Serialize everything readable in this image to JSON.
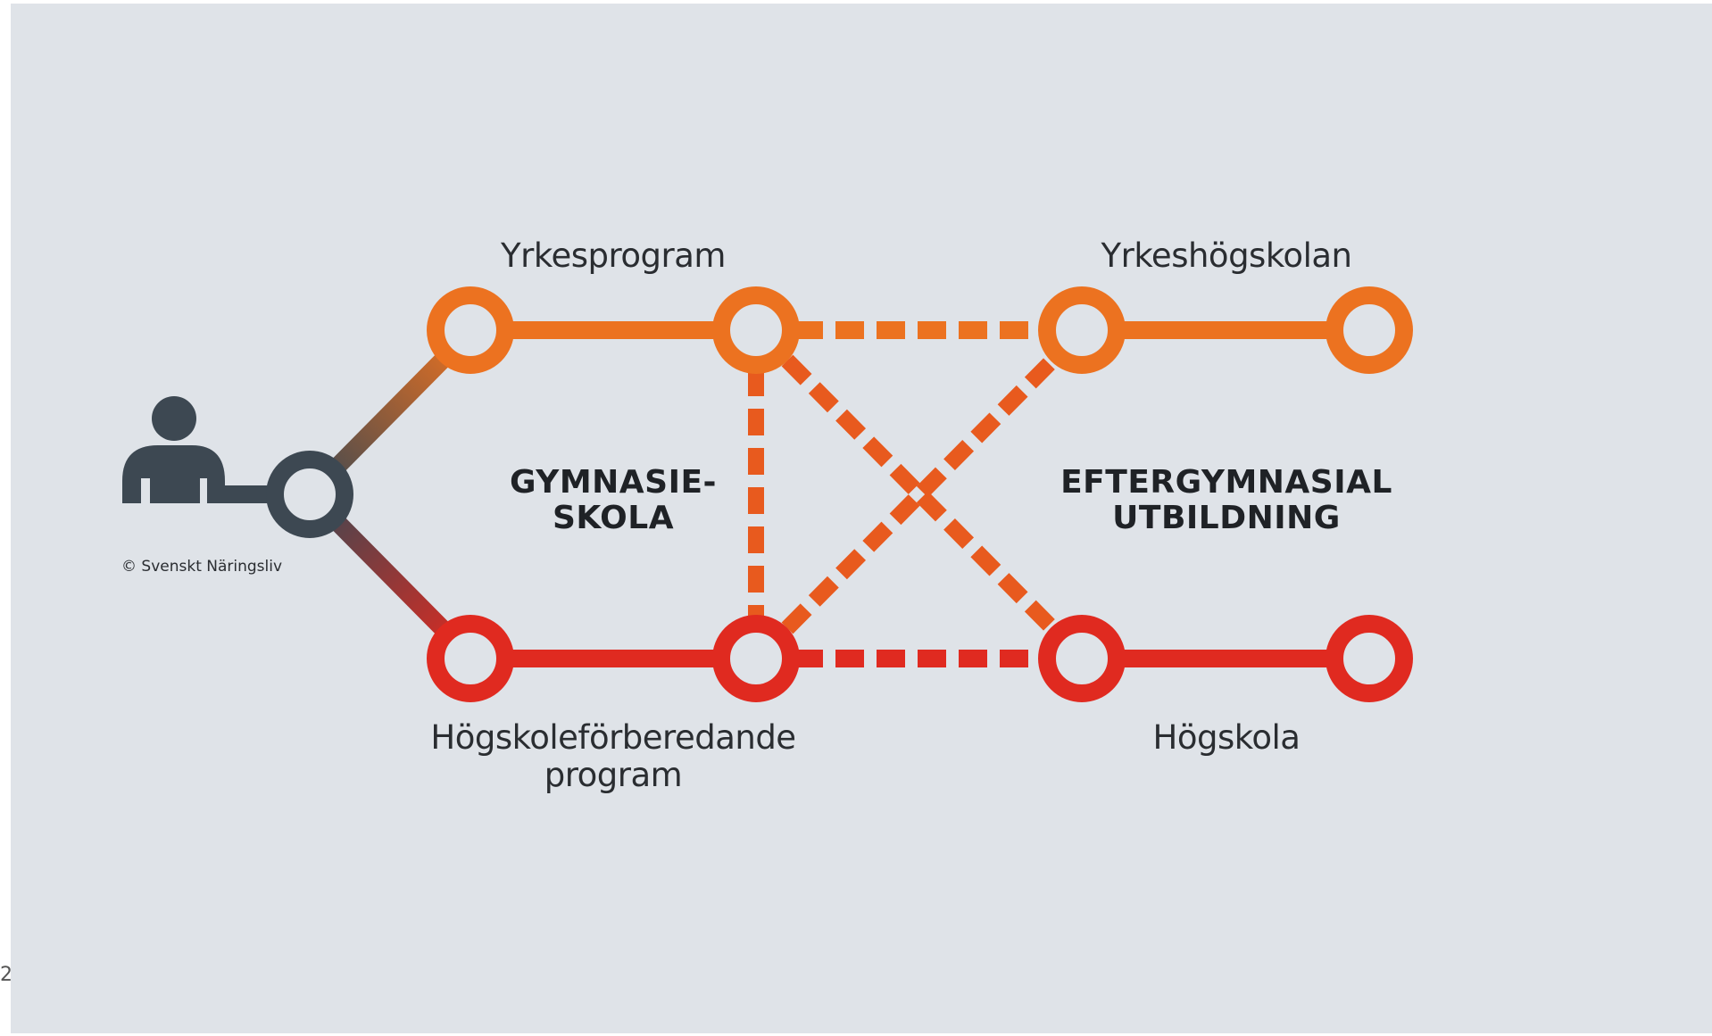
{
  "labels": {
    "top_left": "Yrkesprogram",
    "top_right": "Yrkeshögskolan",
    "bottom_left_line1": "Högskoleförberedande",
    "bottom_left_line2": "program",
    "bottom_right": "Högskola"
  },
  "regions": {
    "left_line1": "GYMNASIE-",
    "left_line2": "SKOLA",
    "right_line1": "EFTERGYMNASIAL",
    "right_line2": "UTBILDNING"
  },
  "credit": "© Svenskt Näringsliv",
  "stray_glyph": "2",
  "colors": {
    "background": "#dfe3e8",
    "orange": "#ec7220",
    "red": "#e02a20",
    "dark": "#3d4852",
    "dash_mix": "#e85a1e"
  }
}
